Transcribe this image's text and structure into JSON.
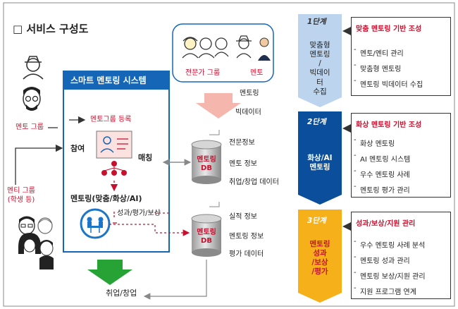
{
  "title": "□ 서비스 구성도",
  "mentor_pool": {
    "expert_label": "전문가 그룹",
    "mentor_label": "멘토"
  },
  "mentor_group_label": "멘토 그룹",
  "mentee_group_label": "멘티 그룹\n(학생 등)",
  "system": {
    "title": "스마트 멘토링 시스템",
    "register": "멘토그룹 등록",
    "participate": "참여",
    "matching": "매칭",
    "mentoring_types": "멘토링(맞춤/화상/AI)",
    "performance": "성과/평가/보상"
  },
  "flow_labels": {
    "mentoring": "멘토링",
    "bigdata": "빅데이터"
  },
  "db1": {
    "label": "멘토링\nDB",
    "items": [
      "전문정보",
      "멘토 정보",
      "취업/창업 데이터"
    ]
  },
  "db2": {
    "label": "멘토링\nDB",
    "items": [
      "실적 정보",
      "멘토링 정보",
      "평가 데이터"
    ]
  },
  "outcome": "취업/창업",
  "stages": [
    {
      "step": "1단계",
      "text": "맞춤형\n멘토링\n/\n빅데이\n터\n수집",
      "heading": "맞춤 멘토링 기반 조성",
      "items": [
        "멘토/멘티 관리",
        "맞춤형 멘토링",
        "멘토링 빅데이터 수집"
      ]
    },
    {
      "step": "2단계",
      "text": "화상/AI\n멘토링",
      "heading": "화상 멘토링 기반 조성",
      "items": [
        "화상 멘토링",
        "AI 멘토링 시스템",
        "우수 멘토링 사례",
        "멘토링 평가 관리"
      ]
    },
    {
      "step": "3단계",
      "text": "멘토링\n성과\n/보상\n/평가",
      "heading": "성과/보상/지원 관리",
      "items": [
        "우수 멘토링 사례 분석",
        "멘토링 성과 관리",
        "멘토링 보상/지원 관리",
        "지원 프로그램 연계"
      ]
    }
  ],
  "colors": {
    "stage1": "#bcd4ee",
    "stage2": "#0b4f9c",
    "stage3": "#f6b11a",
    "system_header": "#1566b7",
    "highlight": "#c8102e",
    "down_arrow": "#f4b6ad",
    "outcome_arrow": "#27a336"
  }
}
